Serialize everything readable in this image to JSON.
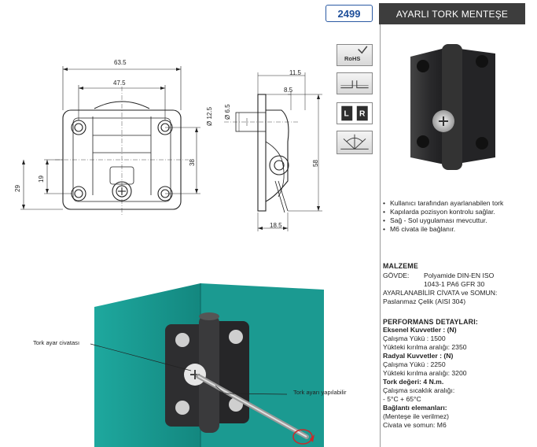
{
  "header": {
    "code": "2499",
    "title": "AYARLI TORK MENTEŞE"
  },
  "icons": [
    {
      "name": "rohs-icon",
      "label": "RoHS"
    },
    {
      "name": "surface-mount-icon",
      "label": ""
    },
    {
      "name": "left-right-icon",
      "left": "L",
      "right": "R"
    },
    {
      "name": "rotation-range-icon",
      "label": ""
    }
  ],
  "features": [
    "Kullanıcı tarafından ayarlanabilen tork",
    "Kapılarda pozisyon kontrolu sağlar.",
    "Sağ - Sol uygulaması mevcuttur.",
    "M6 civata ile bağlanır."
  ],
  "material": {
    "heading": "MALZEME",
    "body_label": "GÖVDE:",
    "body_value_1": "Polyamide DIN-EN ISO",
    "body_value_2": "1043-1 PA6 GFR 30",
    "screw_label": "AYARLANABİLİR CİVATA ve SOMUN:",
    "screw_value": "Paslanmaz Çelik (AISI 304)"
  },
  "performance": {
    "heading": "PERFORMANS DETAYLARI:",
    "axial_title": "Eksenel Kuvvetler : (N)",
    "axial_work": "Çalışma Yükü : 1500",
    "axial_break": "Yükteki kırılma aralığı: 2350",
    "radial_title": "Radyal Kuvvetler : (N)",
    "radial_work": "Çalışma Yükü : 2250",
    "radial_break": "Yükteki kırılma aralığı: 3200",
    "torque": "Tork değeri: 4 N.m.",
    "temp_label": "Çalışma sıcaklık aralığı:",
    "temp_value": "- 5°C  + 65°C",
    "conn_title": "Bağlantı elemanları:",
    "conn_note": "(Menteşe ile verilmez)",
    "conn_value": "Civata ve somun: M6"
  },
  "dimensions": {
    "front": {
      "width_total": "63.5",
      "width_holes": "47.5",
      "height_38": "38",
      "height_19": "19",
      "height_29": "29"
    },
    "side": {
      "d1": "11.5",
      "d2": "8.5",
      "dia1": "Ø 12.5",
      "dia2": "Ø 6.5",
      "h58": "58",
      "w185": "18.5"
    }
  },
  "callouts": {
    "torque_screw": "Tork ayar civatası",
    "torque_adjust": "Tork ayarı yapılabilir"
  },
  "colors": {
    "title_bg": "#3d3d3d",
    "code_blue": "#1f4f9a",
    "door_teal": "#1aa39a",
    "hinge_dark": "#2e2e30"
  }
}
